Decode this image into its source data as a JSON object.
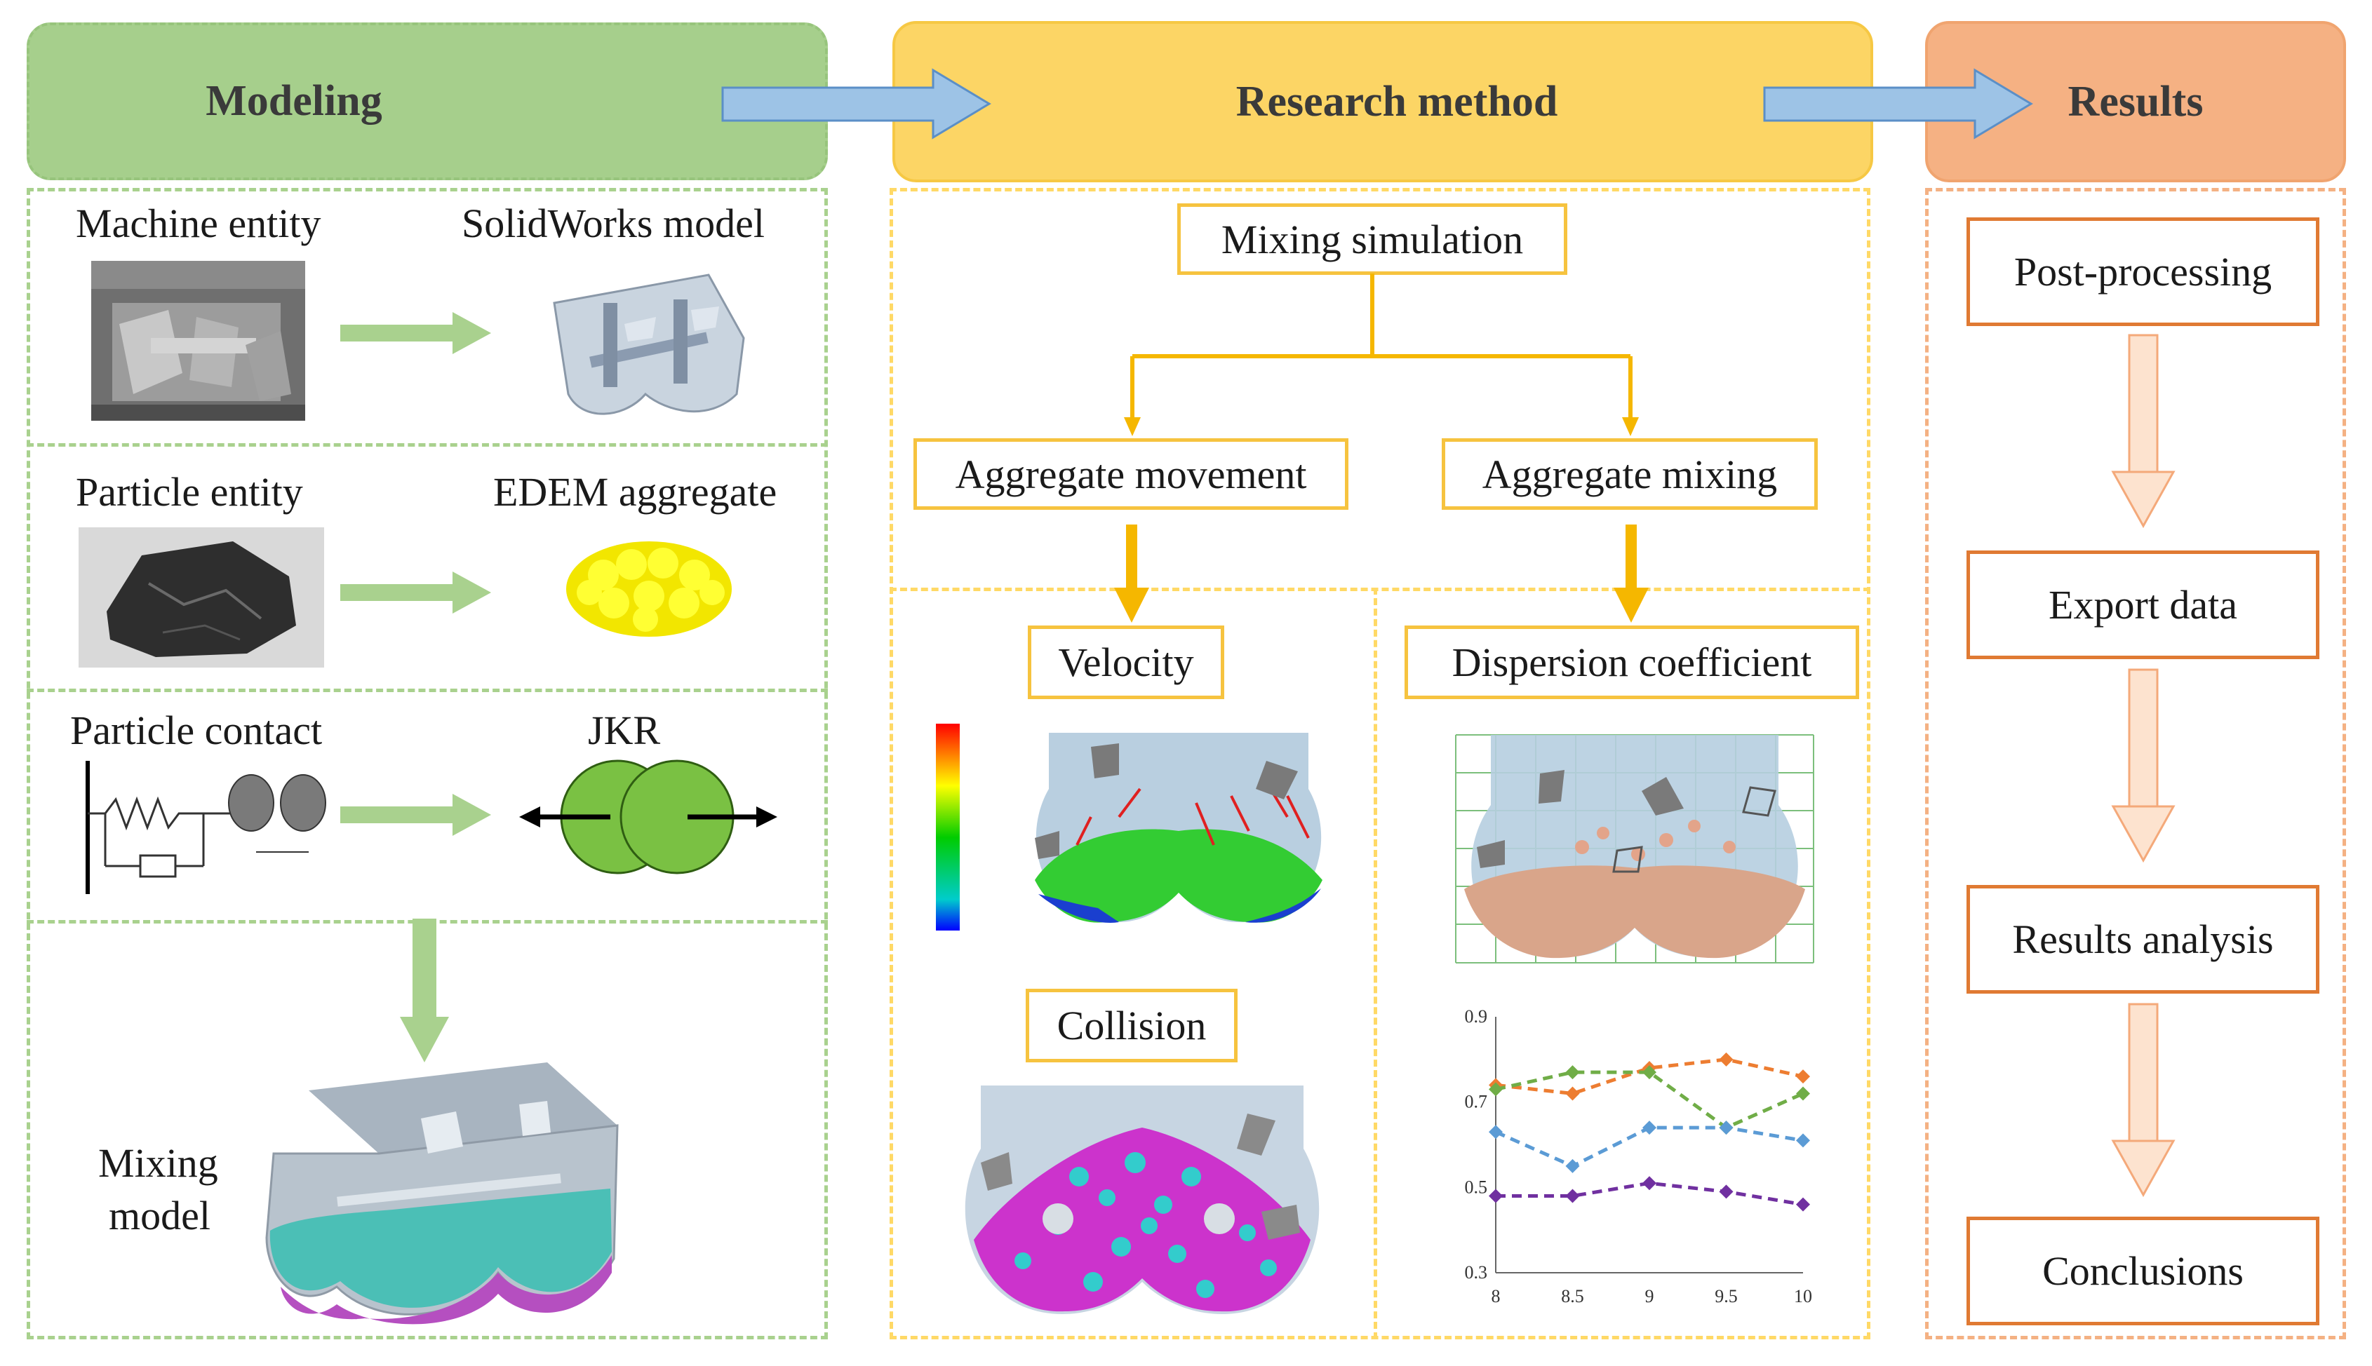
{
  "headers": {
    "modeling": "Modeling",
    "research": "Research method",
    "results": "Results"
  },
  "modeling": {
    "machine_entity": "Machine entity",
    "solidworks_model": "SolidWorks model",
    "particle_entity": "Particle entity",
    "edem_aggregate": "EDEM aggregate",
    "particle_contact": "Particle contact",
    "jkr": "JKR",
    "mixing_model_line1": "Mixing",
    "mixing_model_line2": "model"
  },
  "research": {
    "mixing_simulation": "Mixing simulation",
    "aggregate_movement": "Aggregate movement",
    "aggregate_mixing": "Aggregate mixing",
    "velocity": "Velocity",
    "collision": "Collision",
    "dispersion_coefficient": "Dispersion coefficient"
  },
  "results": {
    "steps": [
      "Post-processing",
      "Export data",
      "Results analysis",
      "Conclusions"
    ]
  },
  "colors": {
    "green": "#a9d18e",
    "yellow": "#ffd966",
    "yellow_arrow": "#f5b700",
    "orange": "#f4b183",
    "orange_border": "#e07a33",
    "blue_arrow": "#9dc3e6"
  },
  "chart_data": {
    "type": "line",
    "x": [
      8,
      8.5,
      9,
      9.5,
      10
    ],
    "x_tick_labels": [
      "8",
      "8.5",
      "9",
      "9.5",
      "10"
    ],
    "y_tick_labels": [
      "0.9",
      "0.7",
      "0.5",
      "0.3"
    ],
    "ylim": [
      0.3,
      0.9
    ],
    "xlim": [
      8,
      10
    ],
    "grid": false,
    "series": [
      {
        "color": "#ed7d31",
        "values": [
          0.74,
          0.72,
          0.78,
          0.8,
          0.76
        ]
      },
      {
        "color": "#70ad47",
        "values": [
          0.73,
          0.77,
          0.77,
          0.64,
          0.72
        ]
      },
      {
        "color": "#5b9bd5",
        "values": [
          0.63,
          0.55,
          0.64,
          0.64,
          0.61
        ]
      },
      {
        "color": "#7030a0",
        "values": [
          0.48,
          0.48,
          0.51,
          0.49,
          0.46
        ]
      }
    ]
  }
}
